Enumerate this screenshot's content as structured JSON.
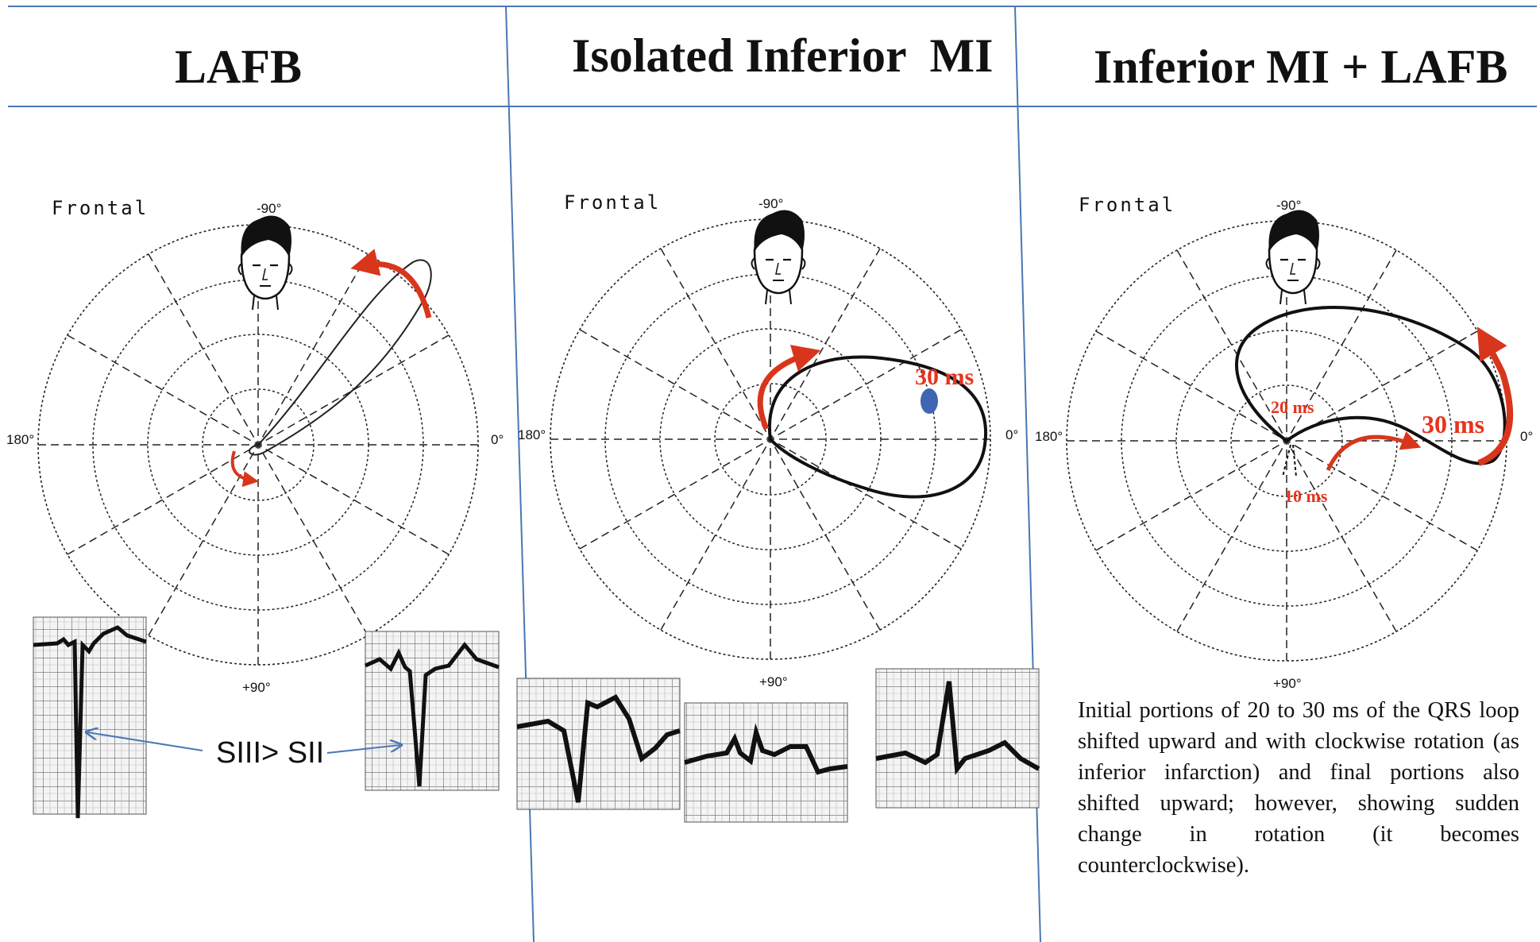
{
  "panels": [
    {
      "title": "LAFB",
      "frontal": "Frontal",
      "deg_top": "-90°",
      "deg_left": "180°",
      "deg_right": "0°",
      "deg_bottom": "+90°",
      "callout": "SIII> SII"
    },
    {
      "title": "Isolated Inferior  MI",
      "frontal": "Frontal",
      "deg_top": "-90°",
      "deg_left": "180°",
      "deg_right": "0°",
      "deg_bottom": "+90°",
      "ms_30": "30 ms"
    },
    {
      "title": "Inferior MI + LAFB",
      "frontal": "Frontal",
      "deg_top": "-90°",
      "deg_left": "180°",
      "deg_right": "0°",
      "deg_bottom": "+90°",
      "ms_20": "20 ms",
      "ms_30": "30 ms",
      "ms_10": "10 ms",
      "description": "Initial portions of 20 to 30 ms of the QRS loop shifted upward and with clockwise rotation (as inferior infarction) and final portions also shifted upward; however, showing sudden change in rotation (it becomes counterclockwise)."
    }
  ],
  "colors": {
    "divider": "#4a77b4",
    "arrow": "#d8361c",
    "ms_label": "#e8331c",
    "marker": "#3f66b2",
    "loop": "#111111"
  },
  "icons": [
    "head-icon",
    "rotation-arrow-icon"
  ]
}
